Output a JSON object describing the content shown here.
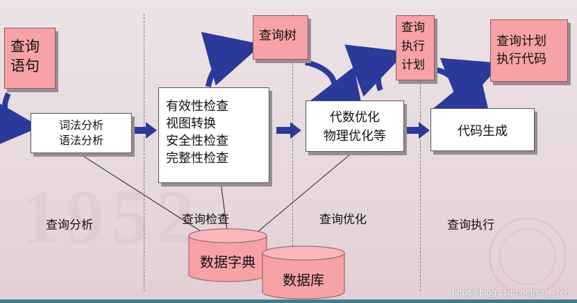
{
  "boxes": {
    "query_statement": "查询\n语句",
    "lexical_syntax": "词法分析\n语法分析",
    "checks": "有效性检查\n视图转换\n安全性检查\n完整性检查",
    "query_tree": "查询树",
    "optimization": "代数优化\n物理优化等",
    "execution_plan": "查询\n执行\n计划",
    "code_generation": "代码生成",
    "query_plan_code": "查询计划\n执行代码"
  },
  "stages": [
    "查询分析",
    "查询检查",
    "查询优化",
    "查询执行"
  ],
  "storage": {
    "data_dictionary": "数据字典",
    "database": "数据库"
  },
  "watermark": "https://blog.csdn.net/yin__ren",
  "colors": {
    "pink_box": "#f6a2a6",
    "arrow_blue": "#2b3a9a",
    "background": "#ece3e6"
  }
}
